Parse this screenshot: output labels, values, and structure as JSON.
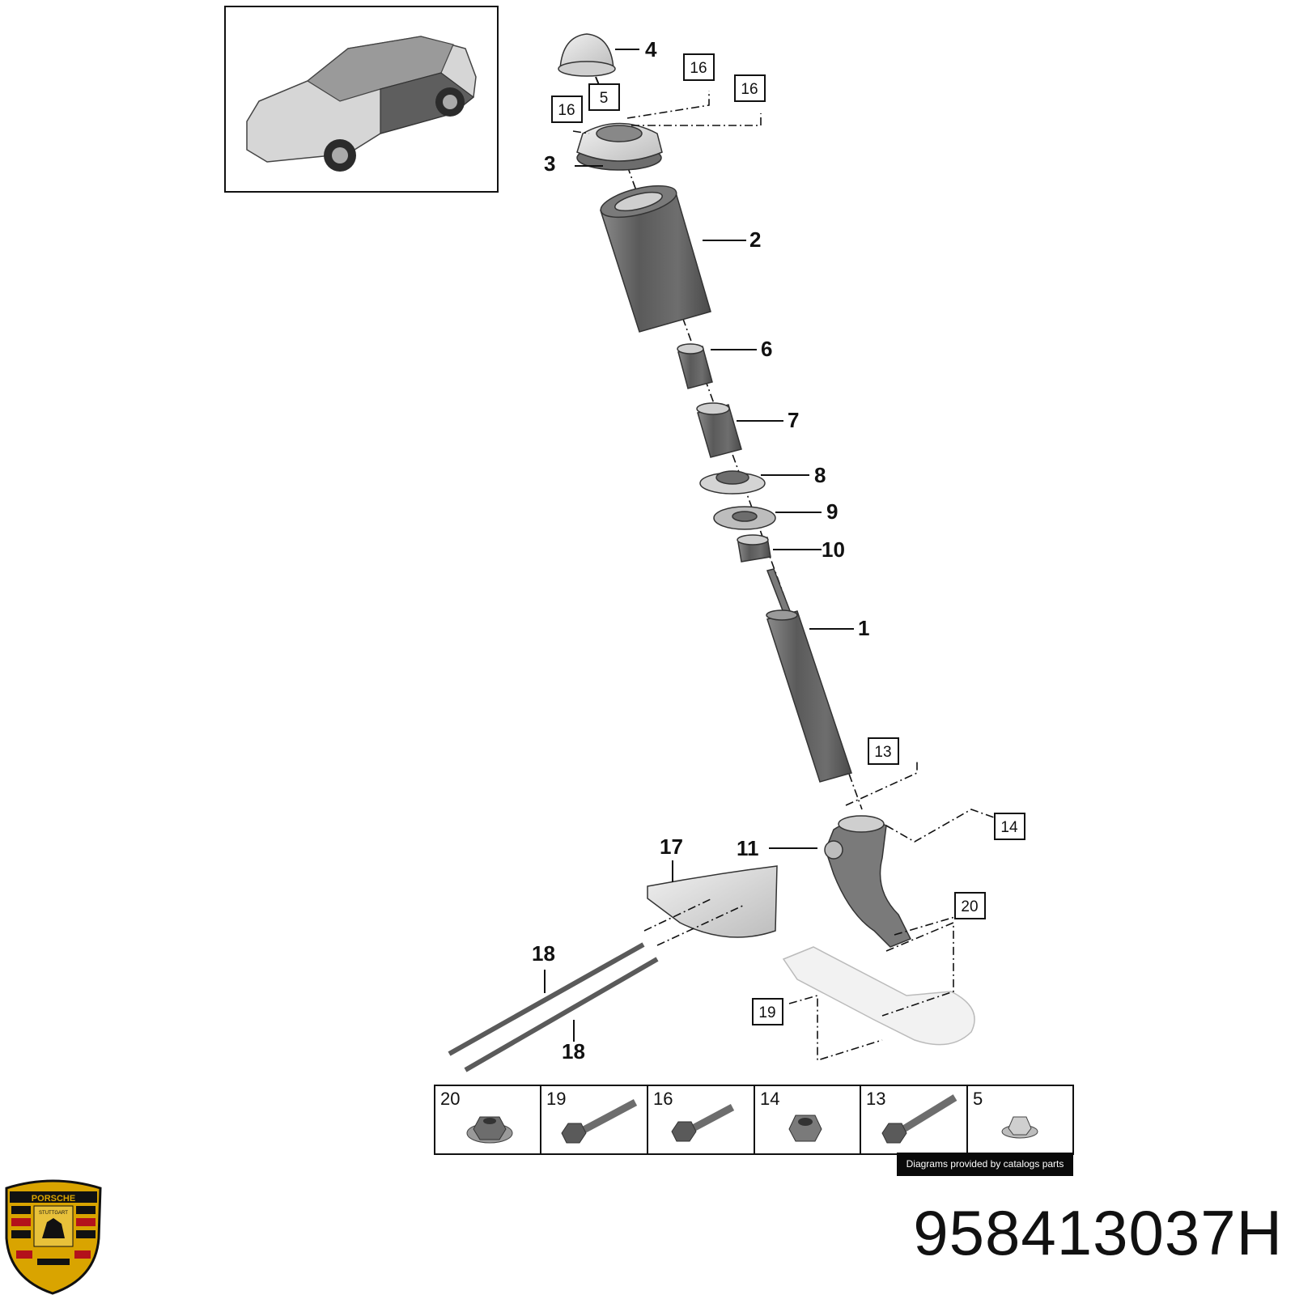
{
  "callouts": {
    "c1": "1",
    "c2": "2",
    "c3": "3",
    "c4": "4",
    "c6": "6",
    "c7": "7",
    "c8": "8",
    "c9": "9",
    "c10": "10",
    "c11": "11",
    "c17": "17",
    "c18a": "18",
    "c18b": "18"
  },
  "boxed_refs": {
    "b5": "5",
    "b16a": "16",
    "b16b": "16",
    "b16c": "16",
    "b13": "13",
    "b14": "14",
    "b20": "20",
    "b19": "19"
  },
  "hardware_table": {
    "cells": [
      {
        "label": "20",
        "icon": "flange-nut-icon"
      },
      {
        "label": "19",
        "icon": "bolt-icon"
      },
      {
        "label": "16",
        "icon": "bolt-icon"
      },
      {
        "label": "14",
        "icon": "nut-icon"
      },
      {
        "label": "13",
        "icon": "bolt-icon"
      },
      {
        "label": "5",
        "icon": "flange-nut-icon"
      }
    ]
  },
  "credit": "Diagrams provided by catalogs parts",
  "part_number": "958413037H",
  "colors": {
    "part_gray": "#6d6d6d",
    "part_light": "#cfcfcf",
    "logo_gold": "#d9a400",
    "logo_red": "#b3121b",
    "logo_black": "#111111"
  }
}
